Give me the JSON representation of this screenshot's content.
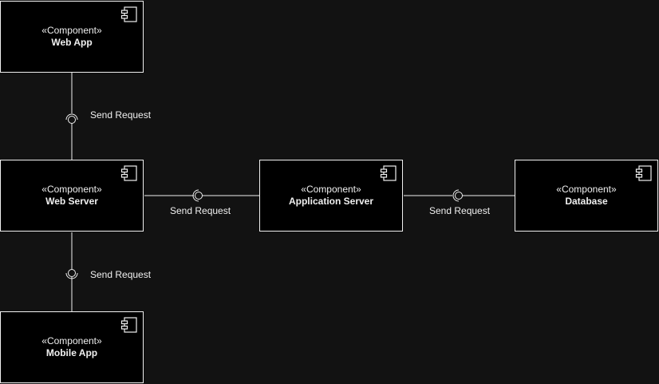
{
  "colors": {
    "background": "#121212",
    "component_fill": "#000000",
    "stroke": "#f0f0f0"
  },
  "components": {
    "web_app": {
      "stereotype": "«Component»",
      "name": "Web App",
      "icon": "component-icon"
    },
    "web_server": {
      "stereotype": "«Component»",
      "name": "Web Server",
      "icon": "component-icon"
    },
    "app_server": {
      "stereotype": "«Component»",
      "name": "Application Server",
      "icon": "component-icon"
    },
    "database": {
      "stereotype": "«Component»",
      "name": "Database",
      "icon": "component-icon"
    },
    "mobile_app": {
      "stereotype": "«Component»",
      "name": "Mobile App",
      "icon": "component-icon"
    }
  },
  "connections": [
    {
      "from": "web_app",
      "to": "web_server",
      "label": "Send Request"
    },
    {
      "from": "web_server",
      "to": "app_server",
      "label": "Send Request"
    },
    {
      "from": "app_server",
      "to": "database",
      "label": "Send Request"
    },
    {
      "from": "web_server",
      "to": "mobile_app",
      "label": "Send Request"
    }
  ]
}
